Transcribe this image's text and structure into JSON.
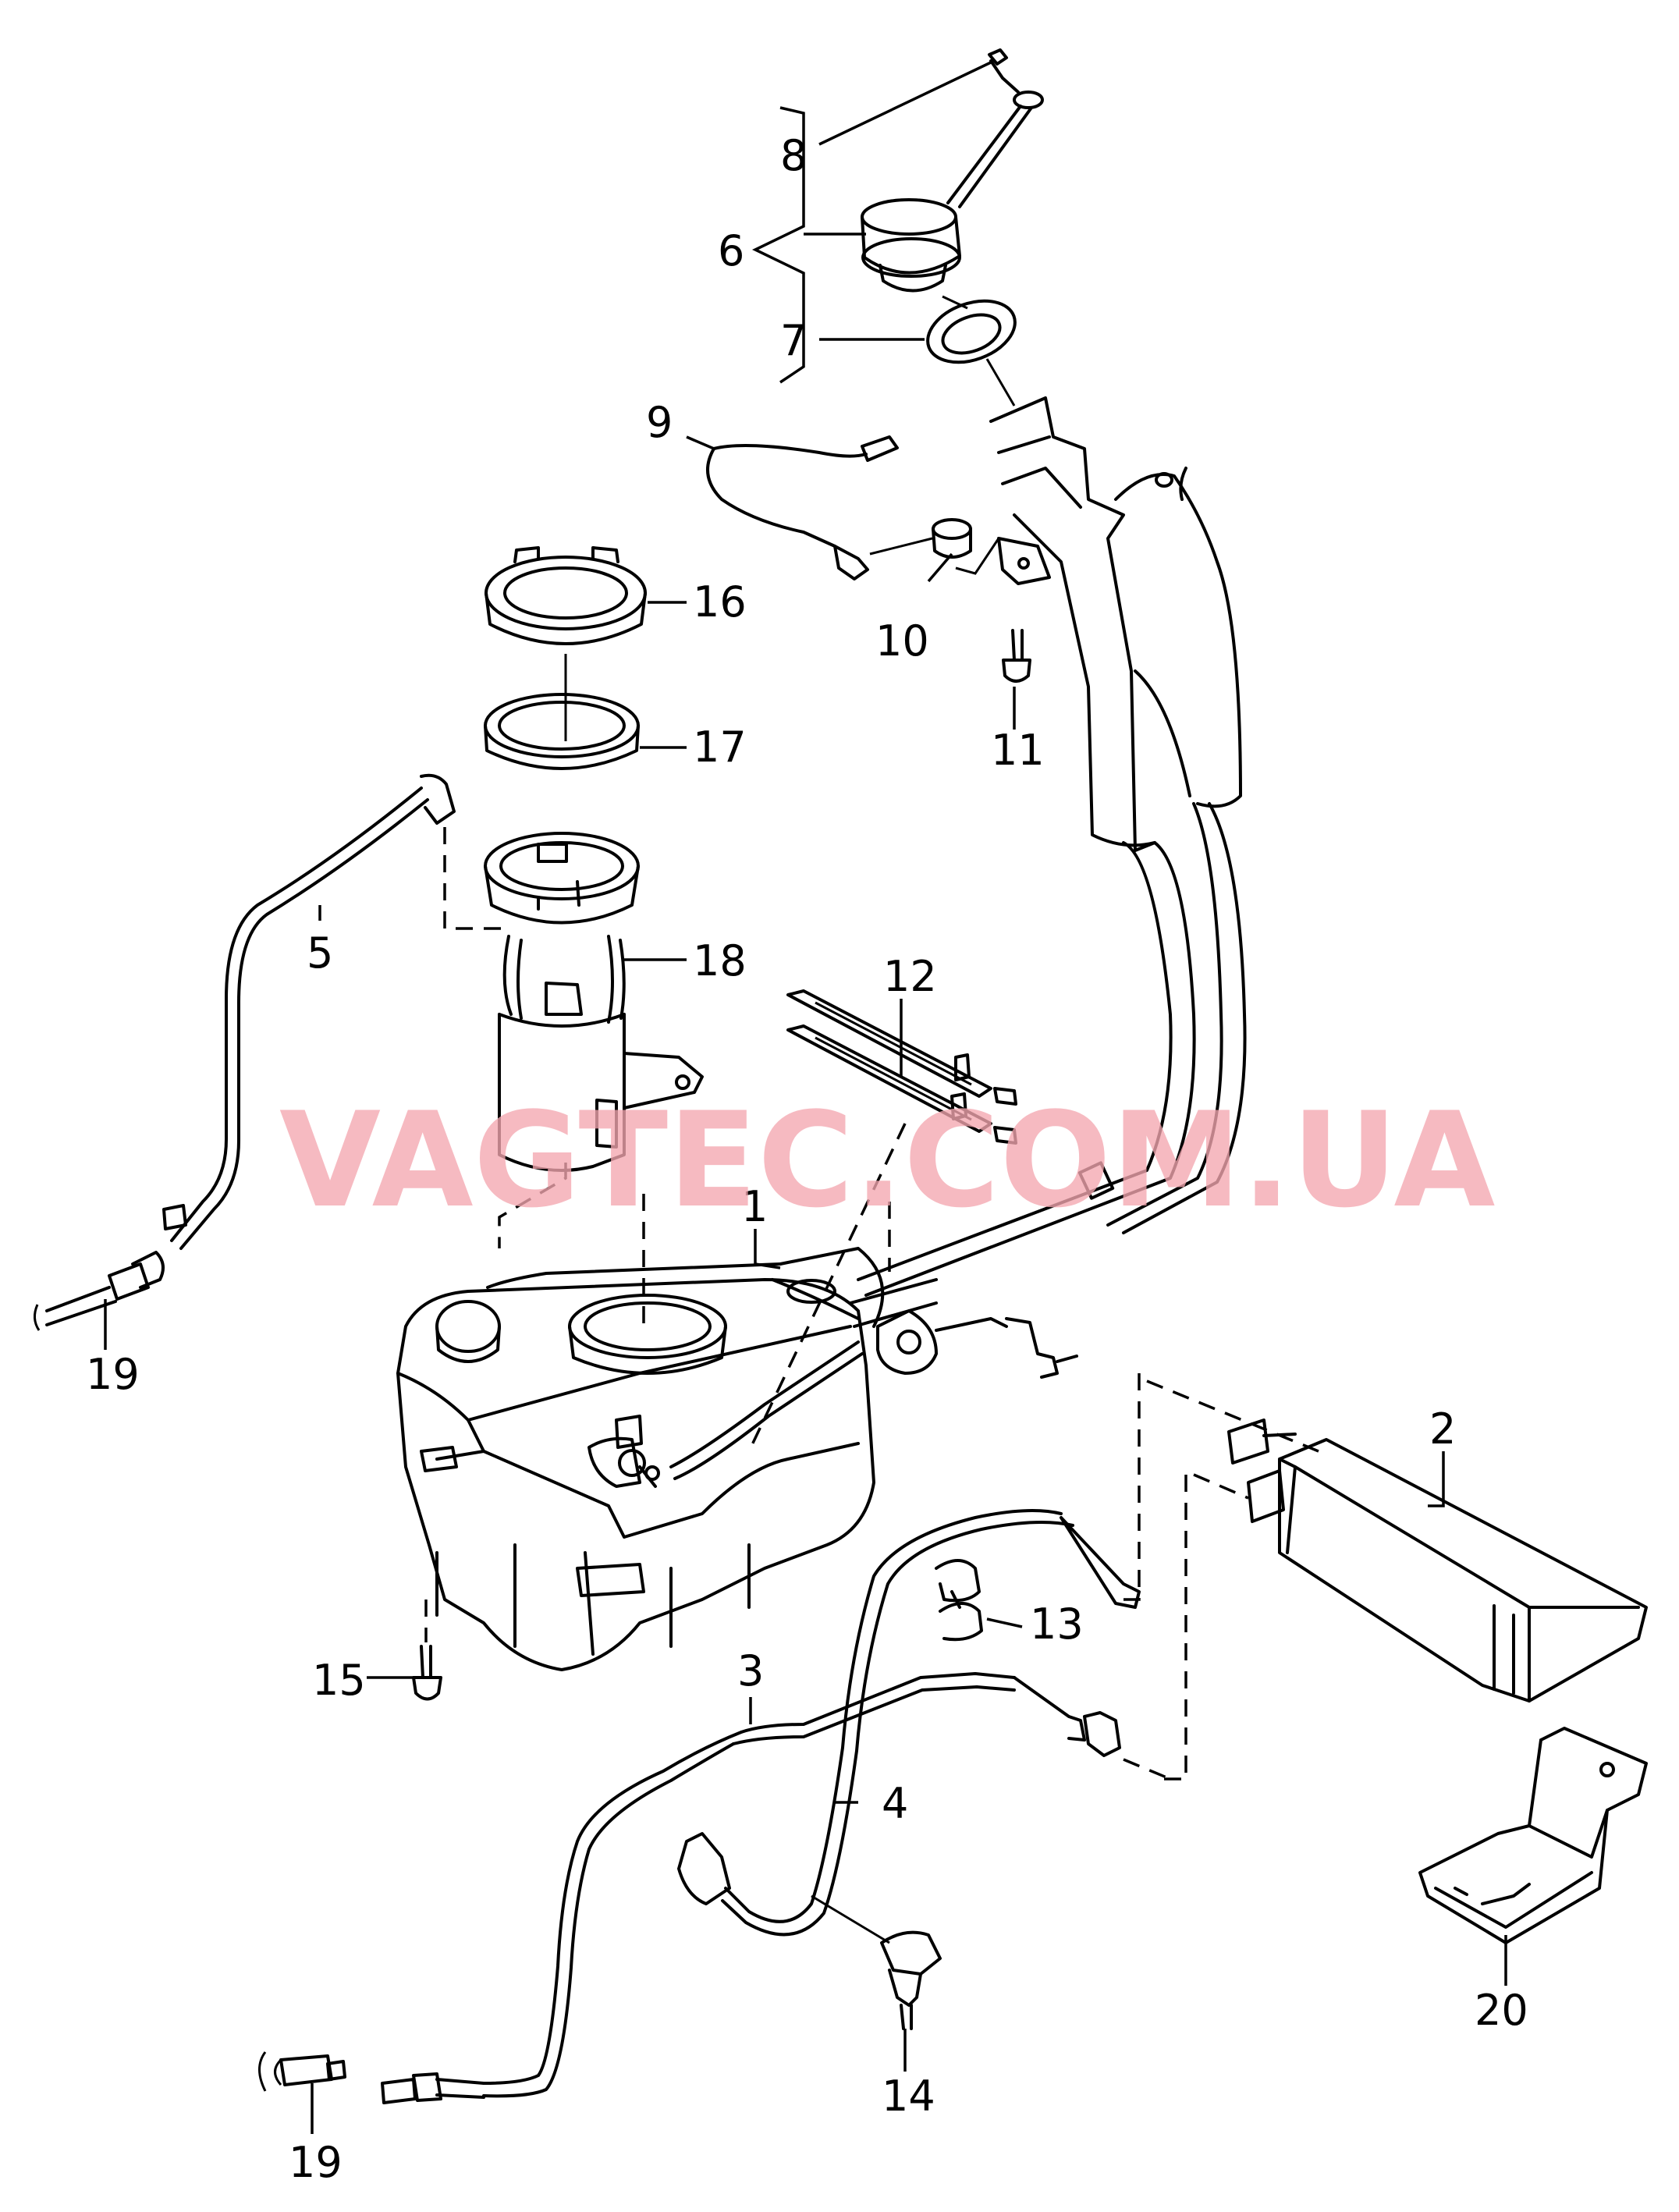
{
  "watermark": "VAGTEC.COM.UA",
  "callouts": [
    "1",
    "2",
    "3",
    "4",
    "5",
    "6",
    "7",
    "8",
    "9",
    "10",
    "11",
    "12",
    "13",
    "14",
    "15",
    "16",
    "17",
    "18",
    "19",
    "19",
    "20"
  ]
}
